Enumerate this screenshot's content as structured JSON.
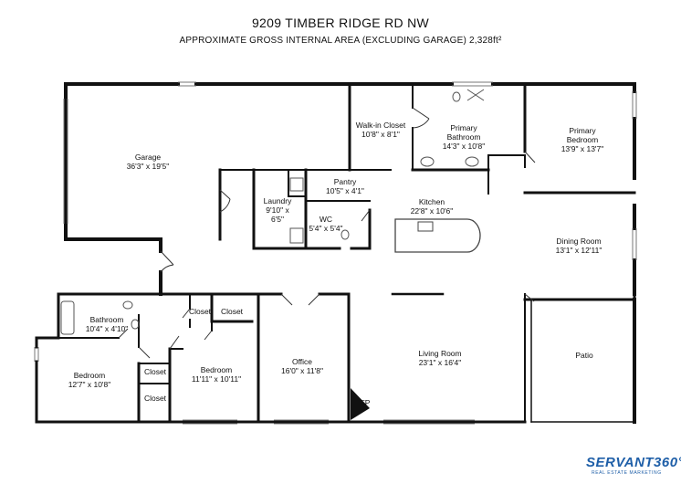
{
  "header": {
    "title": "9209 TIMBER RIDGE RD NW",
    "subtitle": "APPROXIMATE GROSS INTERNAL AREA (EXCLUDING GARAGE) 2,328ft²"
  },
  "rooms": {
    "garage": {
      "name": "Garage",
      "dims": "36'3\" x 19'5\""
    },
    "walkin_closet": {
      "name": "Walk-in Closet",
      "dims": "10'8\" x 8'1\""
    },
    "primary_bathroom": {
      "name1": "Primary",
      "name2": "Bathroom",
      "dims": "14'3\" x 10'8\""
    },
    "primary_bedroom": {
      "name1": "Primary",
      "name2": "Bedroom",
      "dims": "13'9\" x 13'7\""
    },
    "pantry": {
      "name": "Pantry",
      "dims": "10'5\" x 4'1\""
    },
    "laundry": {
      "name": "Laundry",
      "dims1": "9'10\" x",
      "dims2": "6'5\""
    },
    "wc": {
      "name": "WC",
      "dims": "5'4\" x 5'4\""
    },
    "kitchen": {
      "name": "Kitchen",
      "dims": "22'8\" x 10'6\""
    },
    "dining_room": {
      "name": "Dining Room",
      "dims": "13'1\" x 12'11\""
    },
    "bathroom": {
      "name": "Bathroom",
      "dims": "10'4\" x 4'10\""
    },
    "closet_1": {
      "name": "Closet"
    },
    "closet_2": {
      "name": "Closet"
    },
    "closet_3": {
      "name": "Closet"
    },
    "closet_4": {
      "name": "Closet"
    },
    "bedroom_1": {
      "name": "Bedroom",
      "dims": "12'7\" x 10'8\""
    },
    "bedroom_2": {
      "name": "Bedroom",
      "dims": "11'11\" x 10'11\""
    },
    "office": {
      "name": "Office",
      "dims": "16'0\" x 11'8\""
    },
    "living_room": {
      "name": "Living Room",
      "dims": "23'1\" x 16'4\""
    },
    "patio": {
      "name": "Patio"
    },
    "fireplace": {
      "name": "FP"
    }
  },
  "logo": {
    "main": "SERVANT360°",
    "sub": "REAL ESTATE MARKETING"
  },
  "colors": {
    "wall": "#111111",
    "fixture": "#555555",
    "brand": "#1f5fa8"
  }
}
